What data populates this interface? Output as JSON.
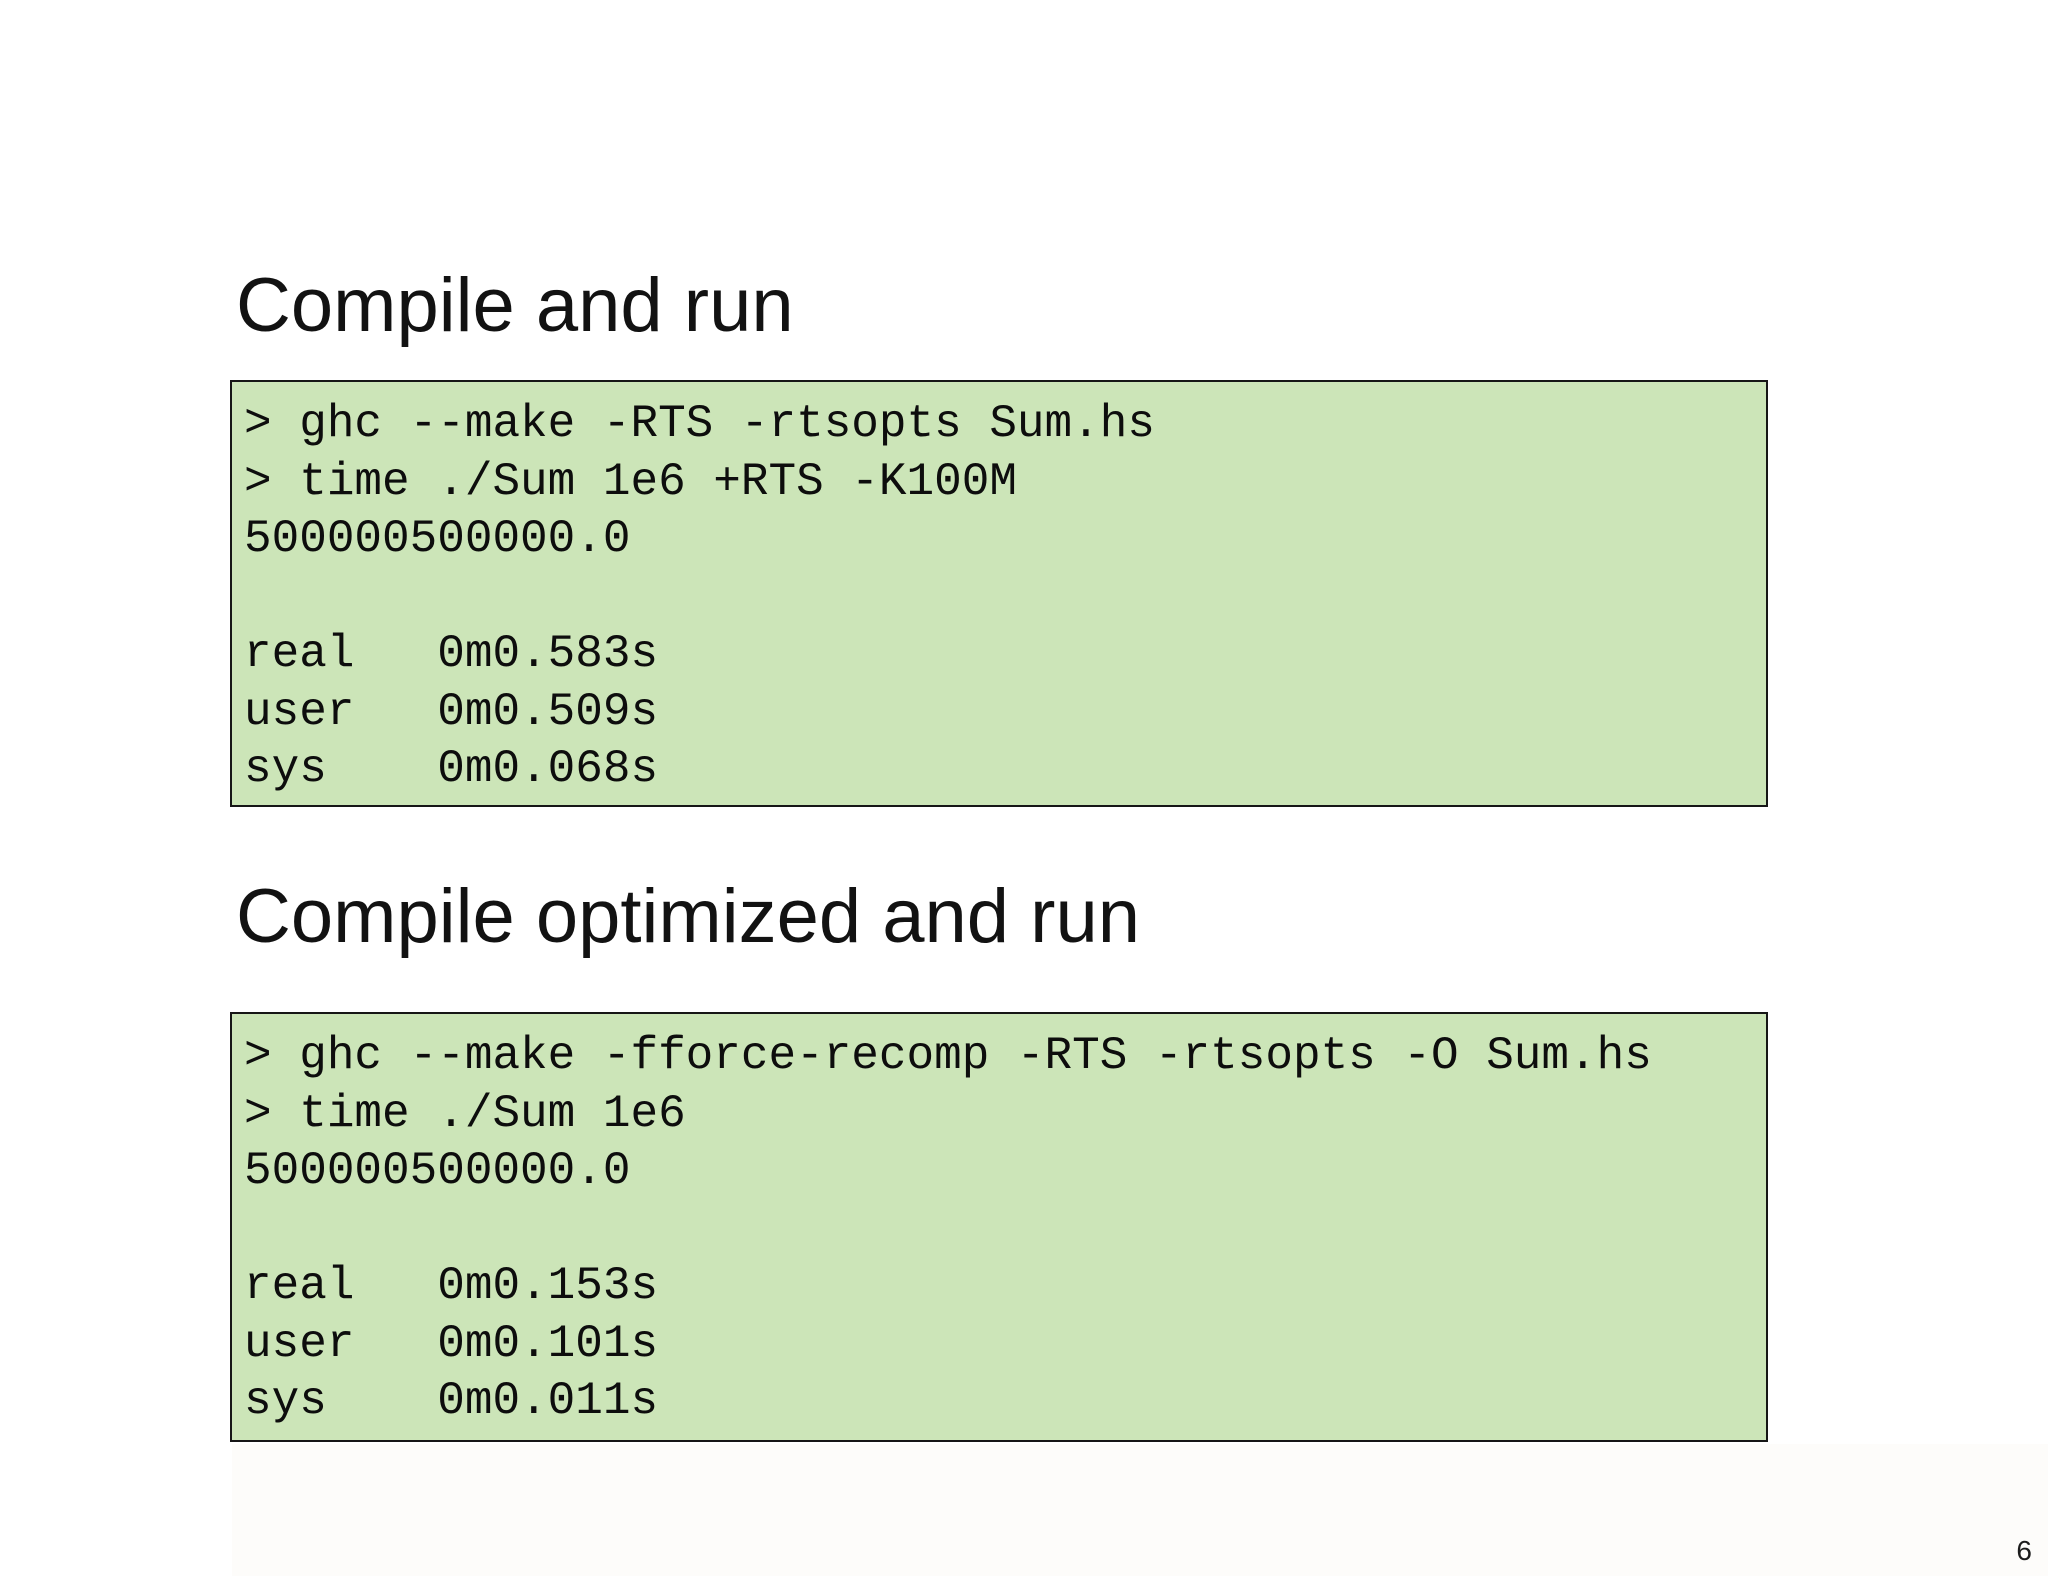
{
  "slide": {
    "sections": [
      {
        "title": "Compile and run",
        "code": "> ghc --make -RTS -rtsopts Sum.hs\n> time ./Sum 1e6 +RTS -K100M\n500000500000.0\n\nreal   0m0.583s\nuser   0m0.509s\nsys    0m0.068s",
        "timings": {
          "real": "0m0.583s",
          "user": "0m0.509s",
          "sys": "0m0.068s"
        },
        "program_output": "500000500000.0",
        "commands": [
          "ghc --make -RTS -rtsopts Sum.hs",
          "time ./Sum 1e6 +RTS -K100M"
        ]
      },
      {
        "title": "Compile optimized and run",
        "code": "> ghc --make -fforce-recomp -RTS -rtsopts -O Sum.hs\n> time ./Sum 1e6\n500000500000.0\n\nreal   0m0.153s\nuser   0m0.101s\nsys    0m0.011s",
        "timings": {
          "real": "0m0.153s",
          "user": "0m0.101s",
          "sys": "0m0.011s"
        },
        "program_output": "500000500000.0",
        "commands": [
          "ghc --make -fforce-recomp -RTS -rtsopts -O Sum.hs",
          "time ./Sum 1e6"
        ]
      }
    ],
    "page_number": "6",
    "colors": {
      "code_background": "#cce5b8",
      "code_border": "#161616",
      "text": "#121212"
    }
  }
}
